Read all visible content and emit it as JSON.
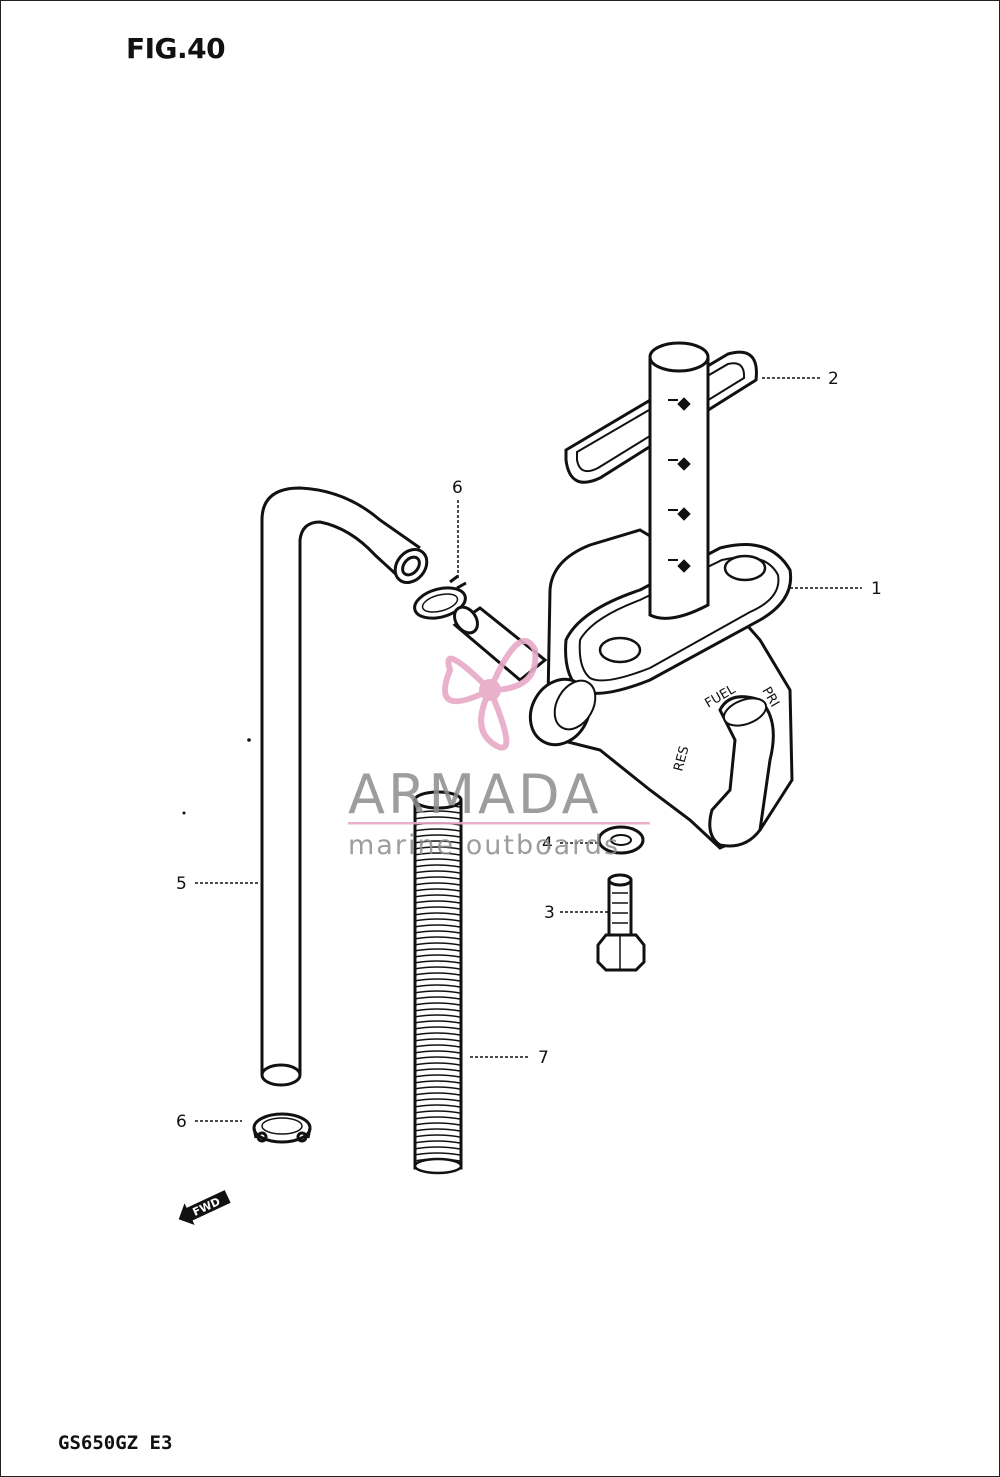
{
  "figure": {
    "title": "FIG.40"
  },
  "model": {
    "code": "GS650GZ E3"
  },
  "callouts": [
    {
      "id": "1",
      "part": "fuel-cock"
    },
    {
      "id": "2",
      "part": "cock-gasket"
    },
    {
      "id": "3",
      "part": "bolt"
    },
    {
      "id": "4",
      "part": "washer"
    },
    {
      "id": "5",
      "part": "fuel-hose"
    },
    {
      "id": "6",
      "part": "hose-clamp-upper"
    },
    {
      "id": "6",
      "part": "hose-clamp-lower"
    },
    {
      "id": "7",
      "part": "protector-spring"
    }
  ],
  "cock_labels": {
    "res": "RES",
    "fuel": "FUEL",
    "pri": "PRI"
  },
  "direction": {
    "label": "FWD"
  },
  "watermark": {
    "brand": "ARMADA",
    "tagline": "marine outboards",
    "color": "#e8a9c8"
  },
  "colors": {
    "line": "#111111",
    "watermark_grey": "#8c8c8c",
    "watermark_pink": "#e8a9c8"
  },
  "icons": [
    "fwd-arrow-icon",
    "propeller-logo-icon"
  ]
}
